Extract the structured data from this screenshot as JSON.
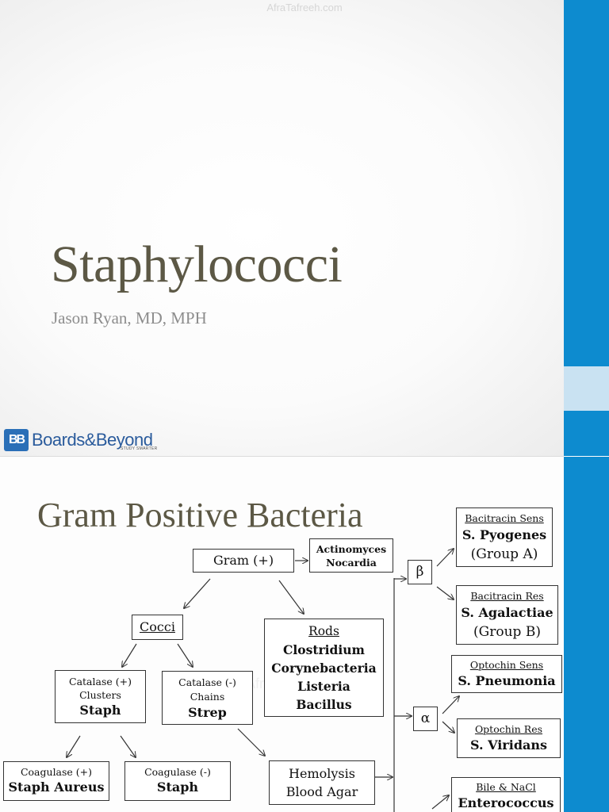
{
  "watermark": "AfraTafreeh.com",
  "slide1": {
    "title": "Staphylococci",
    "author": "Jason Ryan, MD, MPH",
    "logo": {
      "mark": "BB",
      "text": "Boards&Beyond",
      "tagline": "STUDY SMARTER"
    }
  },
  "slide2": {
    "title": "Gram Positive Bacteria",
    "watermark": "AfraTafreeh.com",
    "gram": "Gram (+)",
    "actino": {
      "l1": "Actinomyces",
      "l2": "Nocardia"
    },
    "cocci": "Cocci",
    "rods": {
      "head": "Rods",
      "l1": "Clostridium",
      "l2": "Corynebacteria",
      "l3": "Listeria",
      "l4": "Bacillus"
    },
    "staph_box": {
      "l1": "Catalase (+)",
      "l2": "Clusters",
      "name": "Staph"
    },
    "strep_box": {
      "l1": "Catalase (-)",
      "l2": "Chains",
      "name": "Strep"
    },
    "coag_pos": {
      "l1": "Coagulase (+)",
      "name": "Staph Aureus"
    },
    "coag_neg": {
      "l1": "Coagulase (-)",
      "name": "Staph"
    },
    "hemolysis": {
      "l1": "Hemolysis",
      "l2": "Blood Agar"
    },
    "beta": "β",
    "alpha": "α",
    "pyogenes": {
      "head": "Bacitracin Sens",
      "name": "S. Pyogenes",
      "group": "(Group A)"
    },
    "agalactiae": {
      "head": "Bacitracin Res",
      "name": "S. Agalactiae",
      "group": "(Group B)"
    },
    "pneumonia": {
      "head": "Optochin Sens",
      "name": "S. Pneumonia"
    },
    "viridans": {
      "head": "Optochin Res",
      "name": "S. Viridans"
    },
    "entero": {
      "head": "Bile & NaCl",
      "name": "Enterococcus"
    }
  }
}
